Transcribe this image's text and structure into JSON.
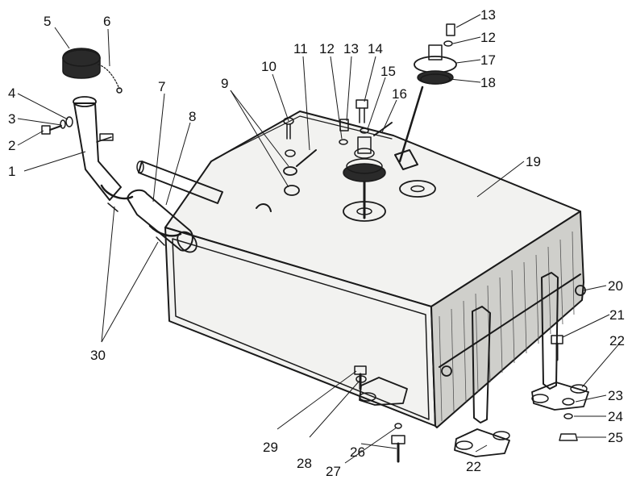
{
  "labels": [
    {
      "id": "1",
      "text": "1"
    },
    {
      "id": "2",
      "text": "2"
    },
    {
      "id": "3",
      "text": "3"
    },
    {
      "id": "4",
      "text": "4"
    },
    {
      "id": "5",
      "text": "5"
    },
    {
      "id": "6",
      "text": "6"
    },
    {
      "id": "7",
      "text": "7"
    },
    {
      "id": "8",
      "text": "8"
    },
    {
      "id": "9",
      "text": "9"
    },
    {
      "id": "10",
      "text": "10"
    },
    {
      "id": "11",
      "text": "11"
    },
    {
      "id": "12a",
      "text": "12"
    },
    {
      "id": "13a",
      "text": "13"
    },
    {
      "id": "14",
      "text": "14"
    },
    {
      "id": "15",
      "text": "15"
    },
    {
      "id": "16",
      "text": "16"
    },
    {
      "id": "13b",
      "text": "13"
    },
    {
      "id": "12b",
      "text": "12"
    },
    {
      "id": "17",
      "text": "17"
    },
    {
      "id": "18",
      "text": "18"
    },
    {
      "id": "19",
      "text": "19"
    },
    {
      "id": "20",
      "text": "20"
    },
    {
      "id": "21",
      "text": "21"
    },
    {
      "id": "22a",
      "text": "22"
    },
    {
      "id": "23",
      "text": "23"
    },
    {
      "id": "24",
      "text": "24"
    },
    {
      "id": "25",
      "text": "25"
    },
    {
      "id": "22b",
      "text": "22"
    },
    {
      "id": "26",
      "text": "26"
    },
    {
      "id": "27",
      "text": "27"
    },
    {
      "id": "28",
      "text": "28"
    },
    {
      "id": "29",
      "text": "29"
    },
    {
      "id": "30",
      "text": "30"
    }
  ]
}
